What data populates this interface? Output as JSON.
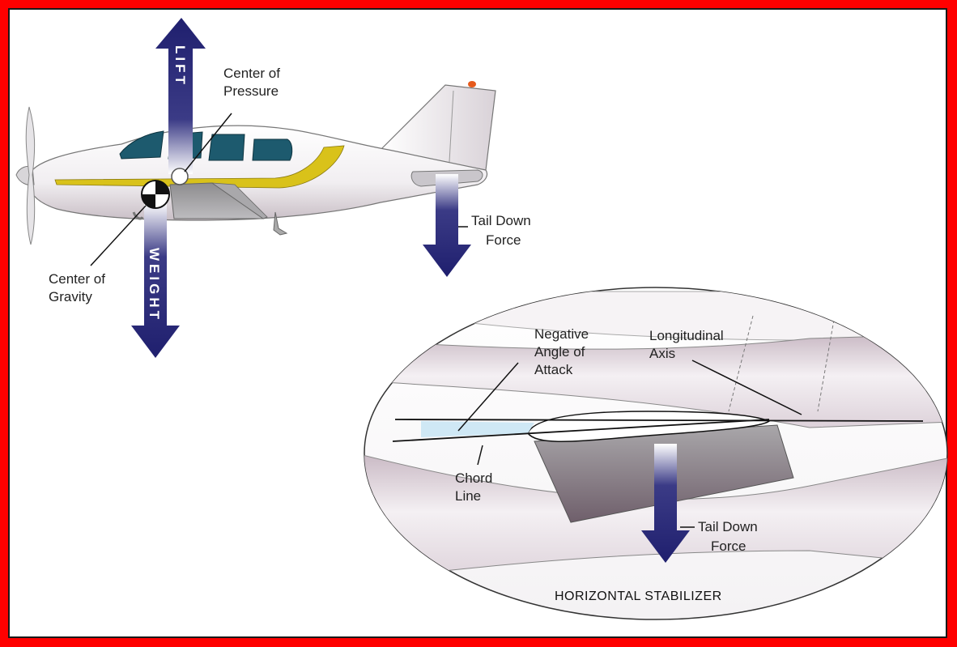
{
  "colors": {
    "border": "#ff0000",
    "arrow": "#1f1f6e",
    "stripe": "#d9c21a",
    "window": "#1d5a6e",
    "chord_fill": "#cfe8f5"
  },
  "forces": {
    "lift": "LIFT",
    "weight": "WEIGHT"
  },
  "labels": {
    "center_of_pressure": [
      "Center of",
      "Pressure"
    ],
    "center_of_gravity": [
      "Center of",
      "Gravity"
    ],
    "tail_down_force_plane": [
      "Tail Down",
      "Force"
    ],
    "negative_angle": [
      "Negative",
      "Angle of",
      "Attack"
    ],
    "longitudinal_axis": [
      "Longitudinal",
      "Axis"
    ],
    "chord_line": [
      "Chord",
      "Line"
    ],
    "tail_down_force_detail": [
      "Tail Down",
      "Force"
    ]
  },
  "detail_title": "HORIZONTAL STABILIZER"
}
